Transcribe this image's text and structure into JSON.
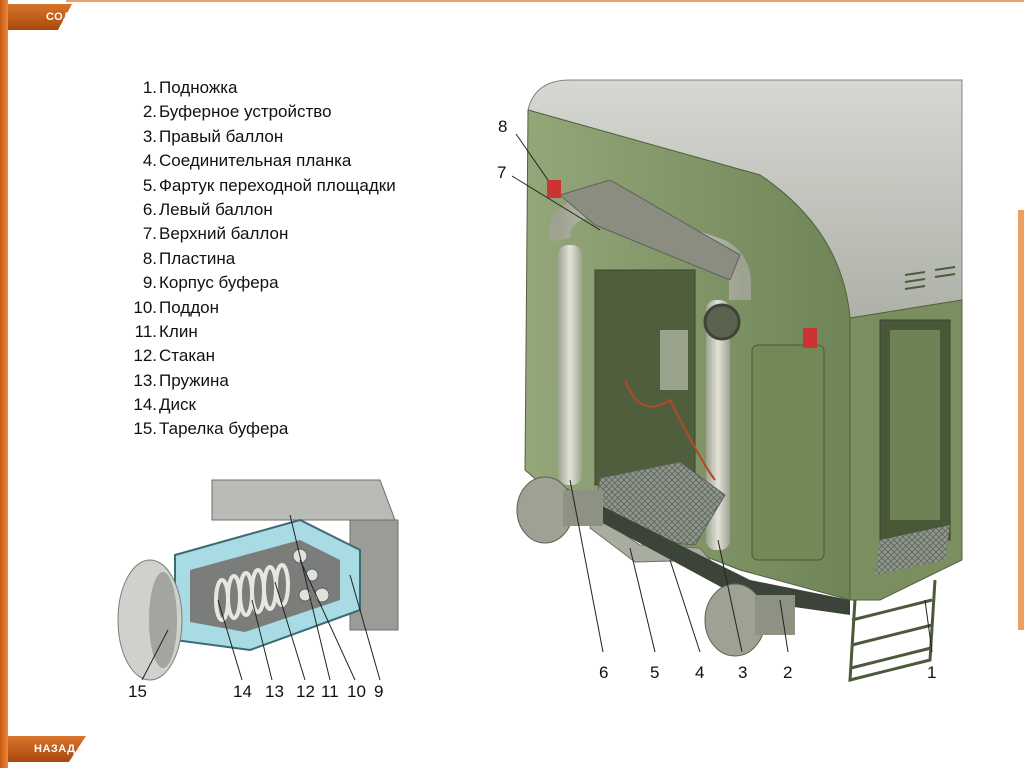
{
  "nav": {
    "top_tab": "СОДЕРЖАНИЕ",
    "bottom_tab": "НАЗАД"
  },
  "legend": [
    {
      "num": "1.",
      "text": "Подножка"
    },
    {
      "num": "2.",
      "text": "Буферное устройство"
    },
    {
      "num": "3.",
      "text": "Правый баллон"
    },
    {
      "num": "4.",
      "text": "Соединительная планка"
    },
    {
      "num": "5.",
      "text": "Фартук переходной площадки"
    },
    {
      "num": "6.",
      "text": "Левый баллон"
    },
    {
      "num": "7.",
      "text": "Верхний баллон"
    },
    {
      "num": "8.",
      "text": "Пластина"
    },
    {
      "num": "9.",
      "text": "Корпус буфера"
    },
    {
      "num": "10.",
      "text": "Поддон"
    },
    {
      "num": "11.",
      "text": "Клин"
    },
    {
      "num": "12.",
      "text": "Стакан"
    },
    {
      "num": "13.",
      "text": "Пружина"
    },
    {
      "num": "14.",
      "text": "Диск"
    },
    {
      "num": "15.",
      "text": "Тарелка буфера"
    }
  ],
  "car_callouts": [
    "8",
    "7",
    "6",
    "5",
    "4",
    "3",
    "2",
    "1"
  ],
  "buffer_callouts": [
    "15",
    "14",
    "13",
    "12",
    "11",
    "10",
    "9"
  ],
  "colors": {
    "accent": "#d8752b",
    "car_body": "#7e9263",
    "roof": "#c5c7c0",
    "diaphragm": "#b8bca8",
    "buffer_section": "#a9dbe4"
  }
}
